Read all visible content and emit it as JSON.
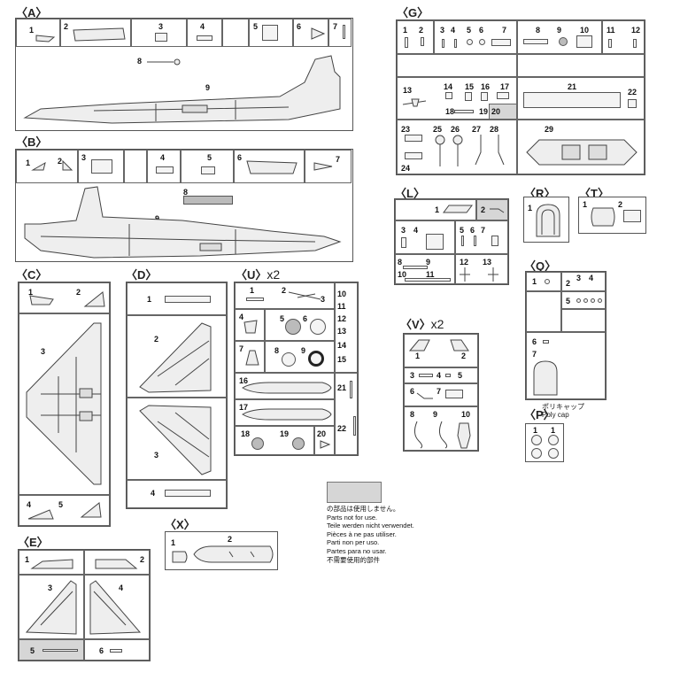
{
  "sprues": {
    "A": {
      "title": "〈A〉",
      "parts": [
        "1",
        "2",
        "3",
        "4",
        "5",
        "6",
        "7",
        "8",
        "9"
      ]
    },
    "B": {
      "title": "〈B〉",
      "parts": [
        "1",
        "2",
        "3",
        "4",
        "5",
        "6",
        "7",
        "8",
        "9"
      ]
    },
    "C": {
      "title": "〈C〉",
      "parts": [
        "1",
        "2",
        "3",
        "4",
        "5"
      ]
    },
    "D": {
      "title": "〈D〉",
      "parts": [
        "1",
        "2",
        "3",
        "4"
      ]
    },
    "U": {
      "title": "〈U〉",
      "multiplier": "x2",
      "parts": [
        "1",
        "2",
        "3",
        "4",
        "5",
        "6",
        "7",
        "8",
        "9",
        "10",
        "11",
        "12",
        "13",
        "14",
        "15",
        "16",
        "17",
        "18",
        "19",
        "20",
        "21",
        "22"
      ]
    },
    "G": {
      "title": "〈G〉",
      "parts": [
        "1",
        "2",
        "3",
        "4",
        "5",
        "6",
        "7",
        "8",
        "9",
        "10",
        "11",
        "12",
        "13",
        "14",
        "15",
        "16",
        "17",
        "18",
        "19",
        "20",
        "21",
        "22",
        "23",
        "24",
        "25",
        "26",
        "27",
        "28",
        "29"
      ]
    },
    "L": {
      "title": "〈L〉",
      "parts": [
        "1",
        "2",
        "3",
        "4",
        "5",
        "6",
        "7",
        "8",
        "9",
        "10",
        "11",
        "12",
        "13"
      ]
    },
    "R": {
      "title": "〈R〉",
      "parts": [
        "1"
      ]
    },
    "T": {
      "title": "〈T〉",
      "parts": [
        "1",
        "2"
      ]
    },
    "Q": {
      "title": "〈Q〉",
      "parts": [
        "1",
        "2",
        "3",
        "4",
        "5",
        "6",
        "7"
      ]
    },
    "V": {
      "title": "〈V〉",
      "multiplier": "x2",
      "parts": [
        "1",
        "2",
        "3",
        "4",
        "5",
        "6",
        "7",
        "8",
        "9",
        "10"
      ]
    },
    "P": {
      "title": "〈P〉",
      "subtitle_jp": "ポリキャップ",
      "subtitle_en": "Poly cap",
      "parts": [
        "1",
        "1"
      ]
    },
    "E": {
      "title": "〈E〉",
      "parts": [
        "1",
        "2",
        "3",
        "4",
        "5",
        "6"
      ]
    },
    "X": {
      "title": "〈X〉",
      "parts": [
        "1",
        "2"
      ]
    }
  },
  "legend": {
    "lines": [
      "の部品は使用しません。",
      "Parts not for use.",
      "Teile werden nicht verwendet.",
      "Pièces à ne pas utiliser.",
      "Parti non per uso.",
      "Partes para no usar.",
      "不需要使用的部件"
    ],
    "swatch_color": "#d6d6d6"
  }
}
